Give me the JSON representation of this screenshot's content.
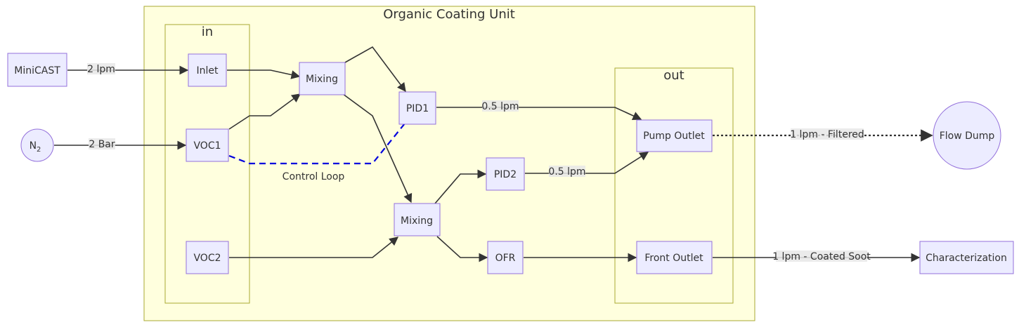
{
  "clusters": {
    "unit": "Organic Coating Unit",
    "in": "in",
    "out": "out"
  },
  "nodes": {
    "minicast": "MiniCAST",
    "n2": "N",
    "n2_sub": "2",
    "inlet": "Inlet",
    "voc1": "VOC1",
    "voc2": "VOC2",
    "mixing1": "Mixing",
    "mixing2": "Mixing",
    "pid1": "PID1",
    "pid2": "PID2",
    "ofr": "OFR",
    "pump_outlet": "Pump Outlet",
    "front_outlet": "Front Outlet",
    "flow_dump": "Flow Dump",
    "characterization": "Characterization"
  },
  "edge_labels": {
    "minicast_inlet": "2 lpm",
    "n2_voc1": "2 Bar",
    "control_loop": "Control Loop",
    "pid1_pump": "0.5 lpm",
    "pid2_pump": "0.5 lpm",
    "pump_dump": "1 lpm - Filtered",
    "front_char": "1 lpm - Coated Soot"
  },
  "colors": {
    "node_fill": "#ececff",
    "node_stroke": "#9370db",
    "cluster_fill": "#ffffde",
    "cluster_stroke": "#aaaa33",
    "control_line": "#0000dd"
  }
}
